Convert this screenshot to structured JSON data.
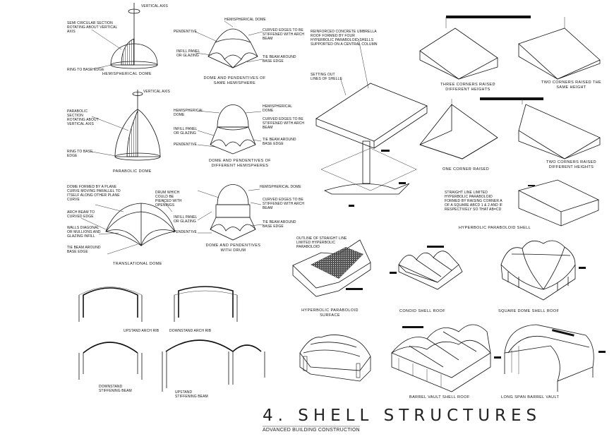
{
  "title": "4. SHELL STRUCTURES",
  "subtitle": "ADVANCED BUILDING CONSTRUCTION",
  "hemispherical": {
    "caption": "HEMISPHERICAL DOME",
    "axis": "vertical axis",
    "section": "SEMI CIRCULAR SECTION ROTATING ABOUT VERTICAL AXIS",
    "ring": "RING TO BASE EDGE"
  },
  "pendentives": {
    "caption": "DOME AND PENDENTIVES OF SAME HEMISPHERE",
    "dome": "hemispherical dome",
    "curved": "curved edges to be stiffened with arch beam",
    "pendentive": "pendentive",
    "infill": "infill panel or glazing",
    "tie": "tie beam around base edge"
  },
  "parabolic": {
    "caption": "PARABOLIC DOME",
    "axis": "vertical axis",
    "section": "parabolic section rotating about vertical axis",
    "ring": "ring to base edge"
  },
  "different": {
    "caption": "dome and pendentives of different hemispheres",
    "hemi": "hemispherical dome",
    "curved": "curved edges to be stiffened with arch beam",
    "infill": "infill panel or glazing",
    "pendentive": "pendentive",
    "tie": "tie beam around base edge"
  },
  "translational": {
    "caption": "TRANSLATIONAL DOME",
    "formed": "dome formed by a plane curve moving parallel to itself along other plane curve",
    "arch": "arch beam to curved edge",
    "walls": "walls diagonal or mullions and glazing infill",
    "tie": "tie beam around base edge"
  },
  "drum": {
    "caption": "DOME AND PENDENTIVES WITH DRUM",
    "hemi": "hemispherical dome",
    "drum": "drum which could be pierced with openings",
    "curved": "curved edges to be stiffened with arch beam",
    "infill": "infill panel or glazing",
    "pendentive": "pendentive",
    "tie": "tie beam around base edge"
  },
  "umbrella": {
    "reinforced": "reinforced concrete umbrella roof formed by four hyperbolic paraboloid shells supported on a central column",
    "setting": "setting out lines of shells"
  },
  "hypar_roofs": {
    "three": "THREE CORNERS RAISED DIFFERENT HEIGHTS",
    "two_same": "TWO CORNERS RAISED THE SAME HEIGHT",
    "one": "ONE CORNER RAISED",
    "two_diff": "TWO CORNERS RAISED DIFFERENT HEIGHTS",
    "straight": "straight line limited hyperbolic paraboloid formed by raising corner A of a square ABCD 1 & 2 and if respectively so that AB=CD",
    "shell": "HYPERBOLIC PARABOLOID SHELL"
  },
  "surface": {
    "outline": "outline of straight line limited hyperbolic paraboloid",
    "caption": "HYPERBOLIC PARABOLOID SURFACE"
  },
  "conoid": {
    "caption": "CONOID SHELL ROOF"
  },
  "square_dome": {
    "caption": "SQUARE DOME SHELL ROOF"
  },
  "arch_ribs": {
    "upstand": "upstand arch rib",
    "downstand": "downstand arch rib",
    "down_stiff": "downstand stiffening beam",
    "up_stiff": "upstand stiffening beam"
  },
  "barrel": {
    "multi": "BARREL VAULT SHELL ROOF",
    "long": "LONG SPAN BARREL VAULT"
  }
}
